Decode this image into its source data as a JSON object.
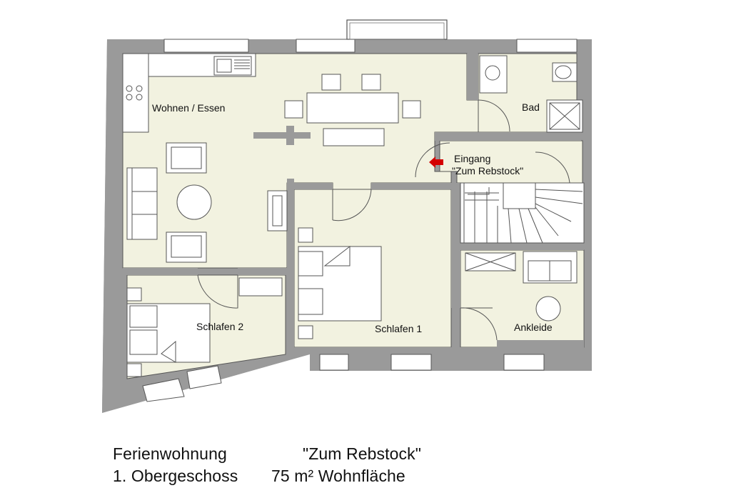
{
  "rooms": {
    "wohnen": "Wohnen / Essen",
    "bad": "Bad",
    "eingang_line1": "Eingang",
    "eingang_line2": "\"Zum Rebstock\"",
    "schlafen1": "Schlafen 1",
    "schlafen2": "Schlafen 2",
    "ankleide": "Ankleide"
  },
  "caption": {
    "line1_left": "Ferienwohnung",
    "line1_right": "\"Zum Rebstock\"",
    "line2_a": "1. Obergeschoss",
    "line2_b": "75 m² Wohnfläche"
  },
  "colors": {
    "floor": "#f2f2e0",
    "wall": "#9a9a9a",
    "line": "#555555",
    "entrance_arrow": "#d40000"
  }
}
